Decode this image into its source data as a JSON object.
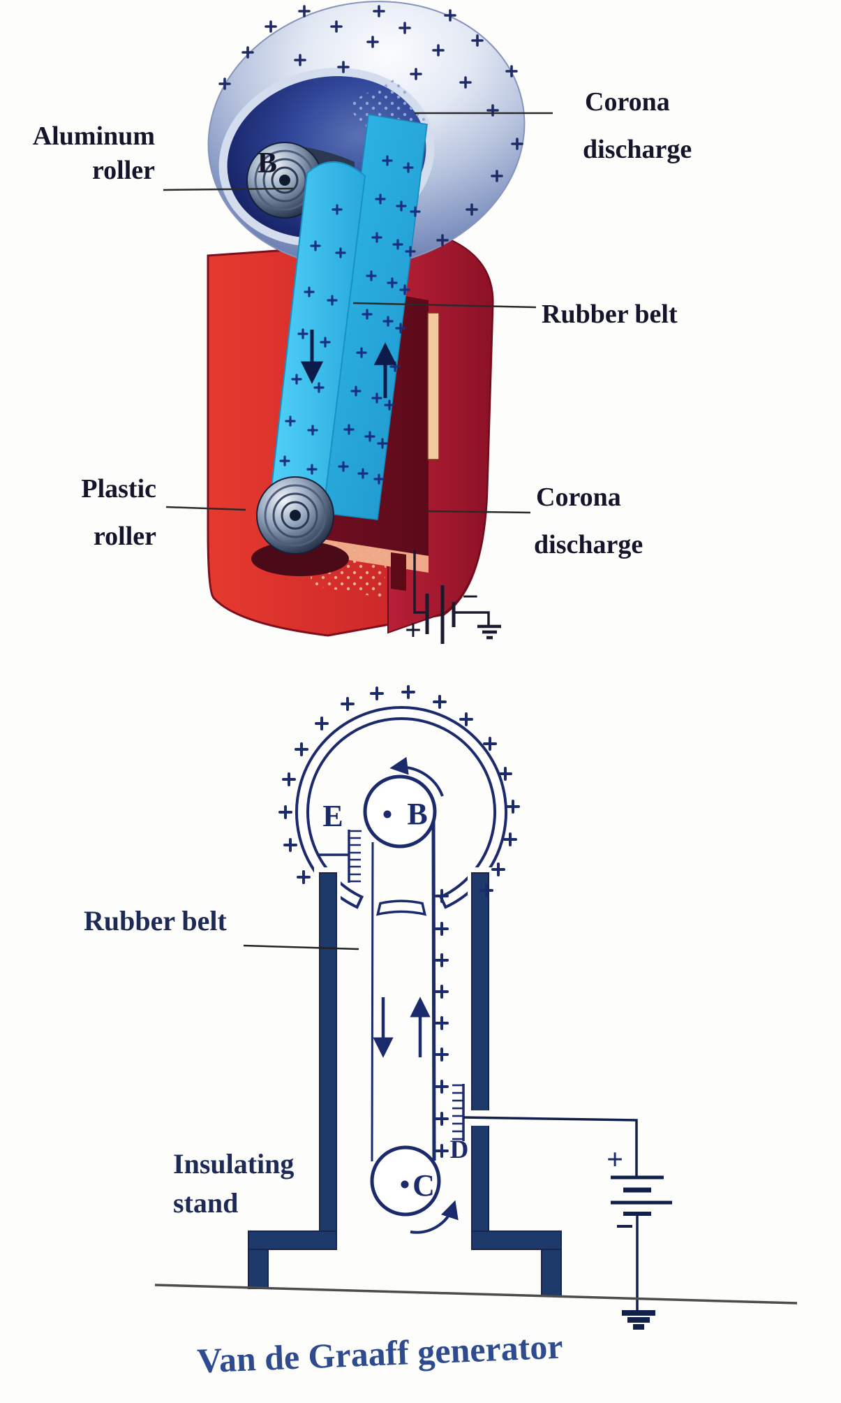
{
  "figure1": {
    "labels": {
      "aluminum_roller": {
        "line1": "Aluminum",
        "line2": "roller"
      },
      "corona_discharge_top": {
        "line1": "Corona",
        "line2": "discharge"
      },
      "rubber_belt": "Rubber belt",
      "plastic_roller": {
        "line1": "Plastic",
        "line2": "roller"
      },
      "corona_discharge_bottom": {
        "line1": "Corona",
        "line2": "discharge"
      },
      "roller_marker": "B"
    },
    "battery": {
      "positive": "+",
      "negative": "−"
    }
  },
  "figure2": {
    "labels": {
      "rubber_belt": "Rubber belt",
      "insulating_stand": {
        "line1": "Insulating",
        "line2": "stand"
      },
      "point_b": "B",
      "point_c": "C",
      "point_d": "D",
      "point_e": "E",
      "battery_positive": "+",
      "battery_negative": "−"
    },
    "caption": "Van de Graaff generator"
  },
  "charge_symbol": "+",
  "colors": {
    "belt_cyan": "#3bc4ee",
    "housing_red": "#d62c28",
    "housing_crimson": "#a01830",
    "sphere_silver_blue": "#aebad8",
    "ink_navy": "#1b2a6b",
    "stand_navy": "#1e3a6a",
    "caption_blue": "#2d4b8e",
    "label_black": "#14142a"
  }
}
